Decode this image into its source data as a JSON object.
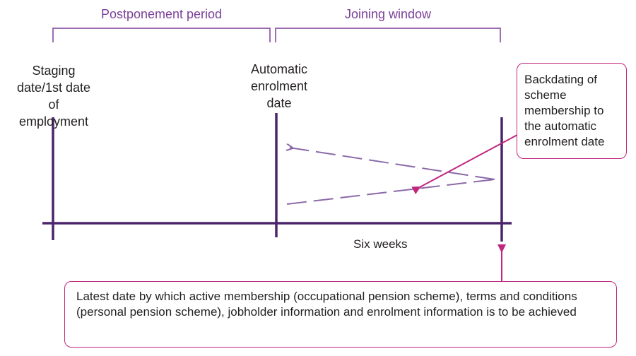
{
  "periods": {
    "postponement": "Postponement period",
    "joining": "Joining window"
  },
  "milestones": {
    "staging": "Staging date/1st date of employment",
    "auto_enrolment": "Automatic enrolment date"
  },
  "axis": {
    "duration_label": "Six weeks"
  },
  "callouts": {
    "backdating": "Backdating of scheme membership to the automatic enrolment date",
    "deadline": "Latest date by which active membership (occupational pension scheme), terms and conditions (personal pension scheme), jobholder information and enrolment information is to be achieved"
  },
  "colors": {
    "timeline": "#4b256b",
    "bracket": "#7b3f98",
    "dashed_arrow": "#8b69a8",
    "callout": "#c0267e"
  }
}
